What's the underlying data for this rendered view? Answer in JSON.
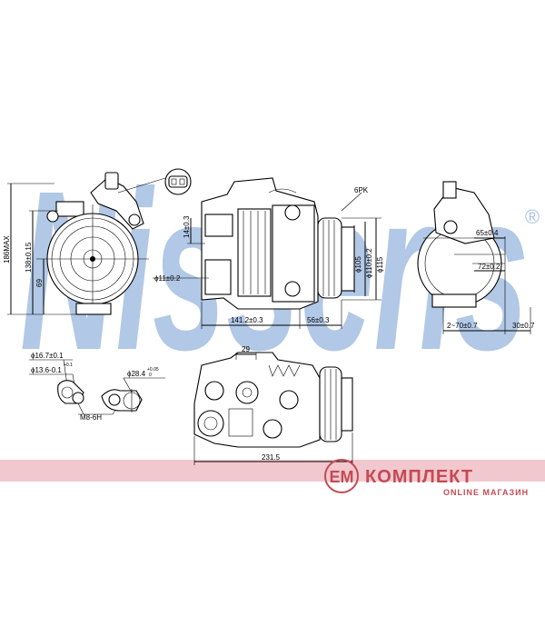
{
  "watermark": {
    "text": "Nissens",
    "color": "#a9c3e4"
  },
  "registered_mark": "®",
  "dimensions": {
    "max_height": "186MAX",
    "d_138": "138±0.15",
    "d_69": "69",
    "d_14": "14±0.3",
    "d_11": "ϕ11±0.2",
    "d_6pk": "6PK",
    "d_105": "ϕ105",
    "d_110": "ϕ110±0.2",
    "d_115": "ϕ115",
    "d_141": "141.2±0.3",
    "d_56": "56±0.3",
    "d_65": "65±0.4",
    "d_72": "72±0.2",
    "d_70": "2~70±0.7",
    "d_30": "30±0.7",
    "d_29": "29",
    "d_231": "231.5",
    "d_16": "ϕ16.7±0.1",
    "d_13": "ϕ13.6-0.1",
    "d_13_tol": "+0.1",
    "d_28": "ϕ28.4",
    "d_28_tol_top": "+0.05",
    "d_28_tol_bot": "0",
    "d_m8": "M8-6H"
  },
  "brand": {
    "band_color": "#f2c8cf",
    "logo_letters": "ЕМ",
    "name": "КОМПЛЕКТ",
    "tagline": "ONLINE МАГАЗИН",
    "color": "#c44a55"
  }
}
